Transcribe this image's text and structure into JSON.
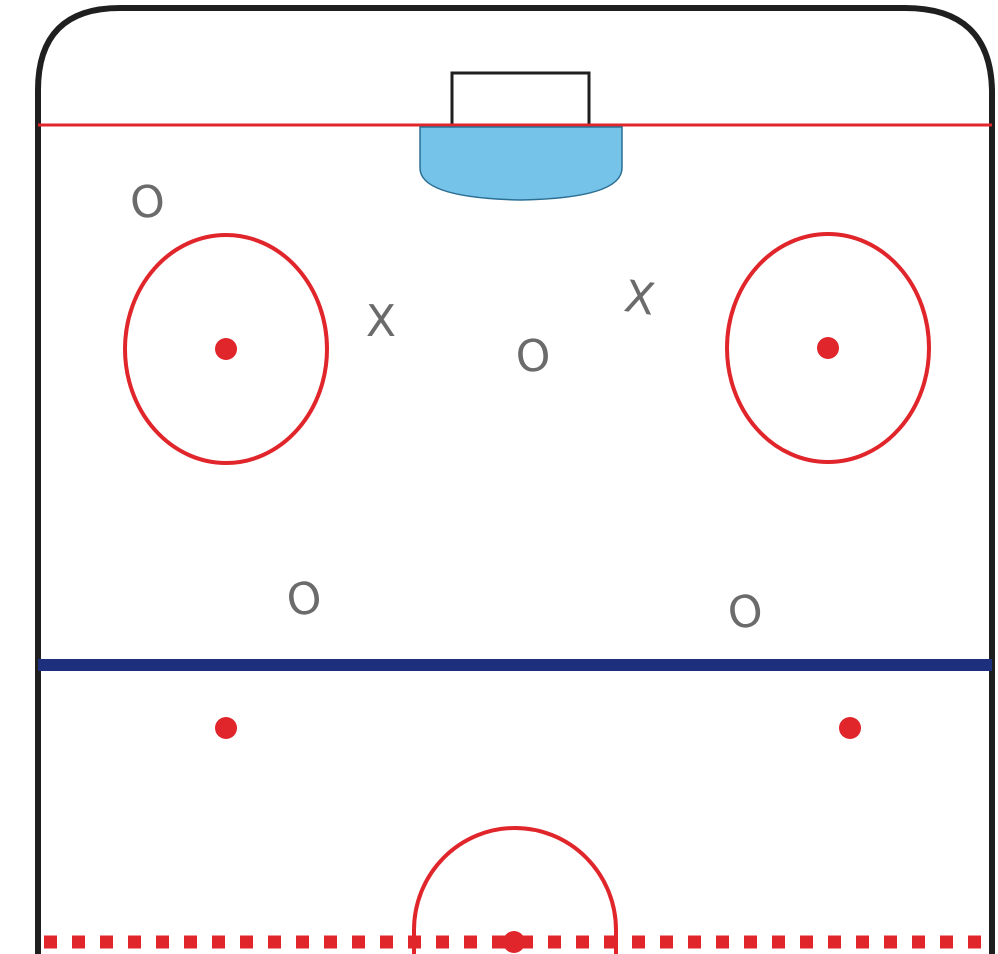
{
  "colors": {
    "background": "#ffffff",
    "boards": "#1f1f1f",
    "goal_line": "#e0252b",
    "blue_line": "#1d2f7d",
    "crease": "#76c3ea",
    "faceoff": "#e0252b",
    "player_mark": "#6b6b6b"
  },
  "players": [
    {
      "symbol": "O",
      "team": "offense"
    },
    {
      "symbol": "X",
      "team": "defense"
    },
    {
      "symbol": "O",
      "team": "offense"
    },
    {
      "symbol": "X",
      "team": "defense"
    },
    {
      "symbol": "O",
      "team": "offense"
    },
    {
      "symbol": "O",
      "team": "offense"
    }
  ]
}
